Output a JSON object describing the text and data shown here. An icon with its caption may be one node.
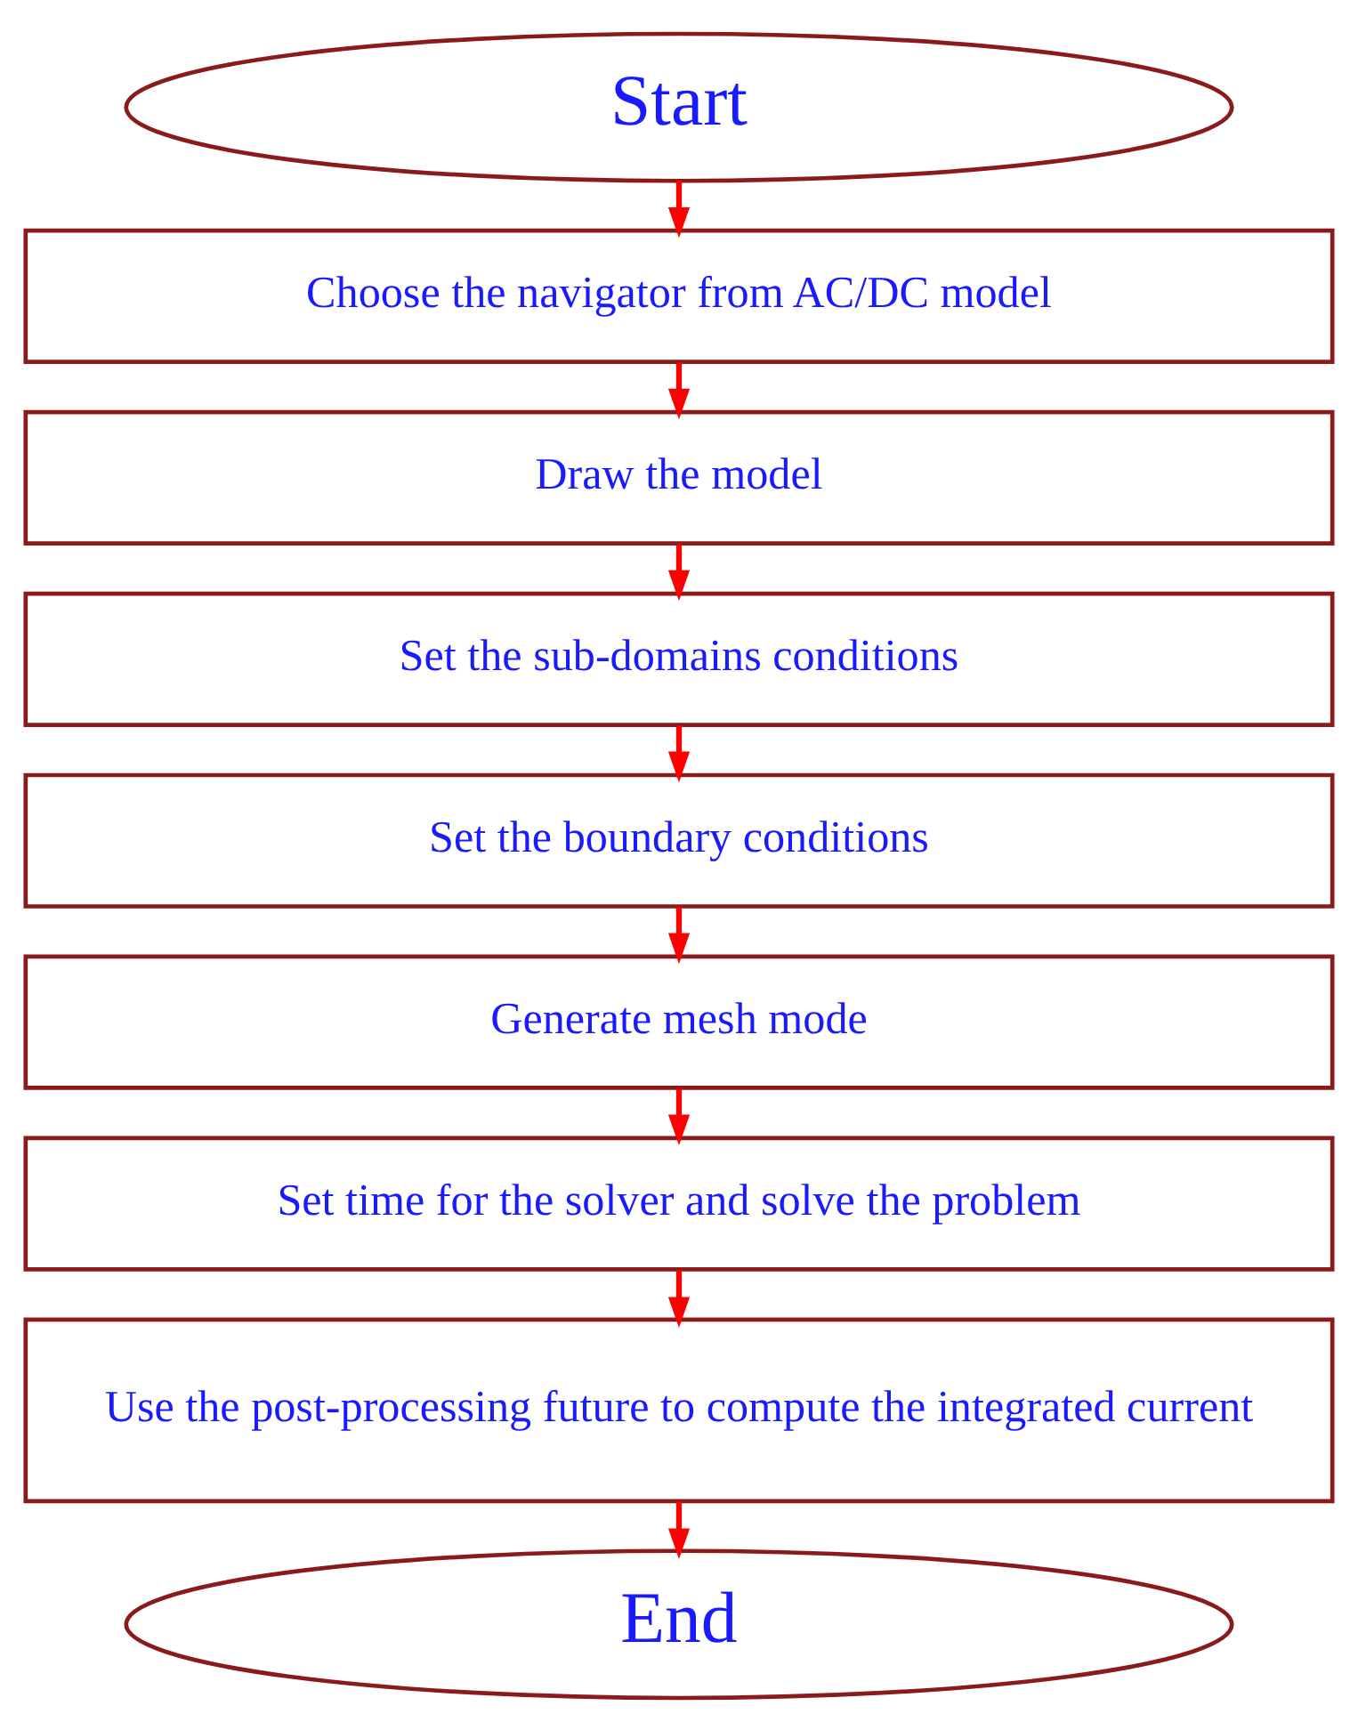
{
  "diagram": {
    "nodes": [
      {
        "text": [
          "Start"
        ]
      },
      {
        "text": [
          "Choose the navigator from AC/DC model"
        ]
      },
      {
        "text": [
          "Draw the model"
        ]
      },
      {
        "text": [
          "Set the sub-domains conditions"
        ]
      },
      {
        "text": [
          "Set the boundary conditions"
        ]
      },
      {
        "text": [
          "Generate mesh mode"
        ]
      },
      {
        "text": [
          "Set time for the solver and solve the problem"
        ]
      },
      {
        "text": [
          "Use the post-processing future to compute the integrated current"
        ]
      },
      {
        "text": [
          "End"
        ]
      }
    ],
    "edges": [
      {
        "from": 0,
        "to": 1,
        "arrow": "to"
      },
      {
        "from": 1,
        "to": 2,
        "arrow": "to"
      },
      {
        "from": 2,
        "to": 3,
        "arrow": "to"
      },
      {
        "from": 3,
        "to": 4,
        "arrow": "to"
      },
      {
        "from": 4,
        "to": 5,
        "arrow": "to"
      },
      {
        "from": 5,
        "to": 6,
        "arrow": "to"
      },
      {
        "from": 6,
        "to": 7,
        "arrow": "to"
      },
      {
        "from": 7,
        "to": 8,
        "arrow": "to"
      }
    ]
  }
}
